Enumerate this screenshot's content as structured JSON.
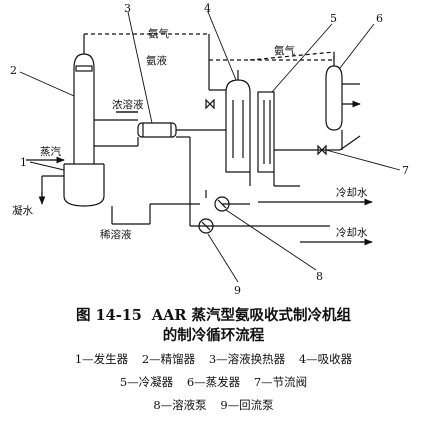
{
  "diagram": {
    "labels": {
      "ammonia_gas_top": "氨气",
      "ammonia_liquid": "氨液",
      "ammonia_gas_right": "氨气",
      "conc_solution": "浓溶液",
      "steam": "蒸汽",
      "condensate": "凝水",
      "dilute_solution": "稀溶液",
      "cooling_water_1": "冷却水",
      "cooling_water_2": "冷却水"
    },
    "numbers": [
      "1",
      "2",
      "3",
      "4",
      "5",
      "6",
      "7",
      "8",
      "9"
    ]
  },
  "caption": {
    "figure_number": "图 14-15",
    "title_line1": "AAR 蒸汽型氨吸收式制冷机组",
    "title_line2": "的制冷循环流程"
  },
  "legend": [
    [
      "1—发生器",
      "2—精馏器",
      "3—溶液换热器",
      "4—吸收器"
    ],
    [
      "5—冷凝器",
      "6—蒸发器",
      "7—节流阀"
    ],
    [
      "8—溶液泵",
      "9—回流泵"
    ]
  ]
}
